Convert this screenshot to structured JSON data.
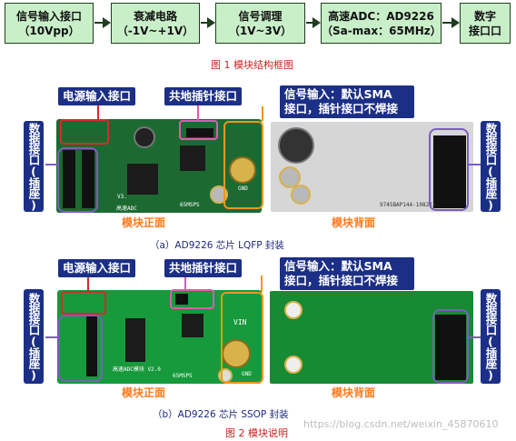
{
  "flow": {
    "boxes": [
      {
        "line1": "信号输入接口",
        "line2": "（10Vpp）"
      },
      {
        "line1": "衰减电路",
        "line2": "（-1V~+1V）"
      },
      {
        "line1": "信号调理",
        "line2": "（1V~3V）"
      },
      {
        "line1": "高速ADC：AD9226",
        "line2": "（Sa-max：65MHz）"
      },
      {
        "line1": "数字",
        "line2": "接口口"
      }
    ]
  },
  "captions": {
    "fig1": "图 1    模块结构框图",
    "sub_a": "（a）AD9226 芯片 LQFP 封装",
    "sub_b": "（b）AD9226 芯片 SSOP 封装",
    "fig2": "图 2    模块说明"
  },
  "panel_a": {
    "power_label": "电源输入接口",
    "gnd_label": "共地插针接口",
    "signal_label_1": "信号输入：默认SMA",
    "signal_label_2": "接口，插针接口不焊接",
    "data_label": "数据接口(插座)",
    "data_label_right": "数据接口(插座)",
    "front_text": "模块正面",
    "back_text": "模块背面",
    "silk": {
      "v3": "V3.",
      "msps": "65MSPS",
      "gnd": "GND",
      "adc": "高速ADC",
      "back_code": "9745BAP144-1082J3"
    }
  },
  "panel_b": {
    "power_label": "电源输入接口",
    "gnd_label": "共地插针接口",
    "signal_label_1": "信号输入：默认SMA",
    "signal_label_2": "接口，插针接口不焊接",
    "data_label": "数据接口(插座)",
    "data_label_right": "数据接口(插座)",
    "front_text": "模块正面",
    "back_text": "模块背面",
    "silk": {
      "vin": "VIN",
      "gnd": "GND",
      "adc": "高速ADC模块 V2.0",
      "msps": "65MSPS"
    }
  },
  "watermark": "https://blog.csdn.net/weixin_45870610",
  "colors": {
    "flow_fill": "#c9efc9",
    "label_blue": "#1c2f86",
    "caption_red": "#cc2222",
    "callout_orange": "#f0961e"
  }
}
